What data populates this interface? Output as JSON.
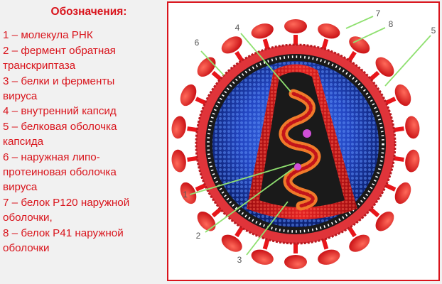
{
  "legend": {
    "title": "Обозначения:",
    "items": [
      "1 – молекула РНК",
      "2 – фермент обратная",
      "транскриптаза",
      "3 – белки и ферменты",
      "вируса",
      "4 – внутренний капсид",
      "5 – белковая оболочка",
      "капсида",
      "6 – наружная липо-",
      "протеиновая оболочка",
      "вируса",
      "7 – белок Р120 наружной",
      "оболочки,",
      "8 – белок Р41 наружной",
      "оболочки"
    ]
  },
  "diagram": {
    "labels": [
      "1",
      "2",
      "3",
      "4",
      "5",
      "6",
      "7",
      "8"
    ]
  },
  "colors": {
    "legend_text": "#d9141c",
    "frame_border": "#d9141c",
    "spike": "#e8151a",
    "lipid_membrane": "#e0343a",
    "capsid_shell": "#1b3aa0",
    "inner_capsid": "#d21818",
    "rna": "#f07a2a",
    "pointer_line": "#8fe070"
  }
}
